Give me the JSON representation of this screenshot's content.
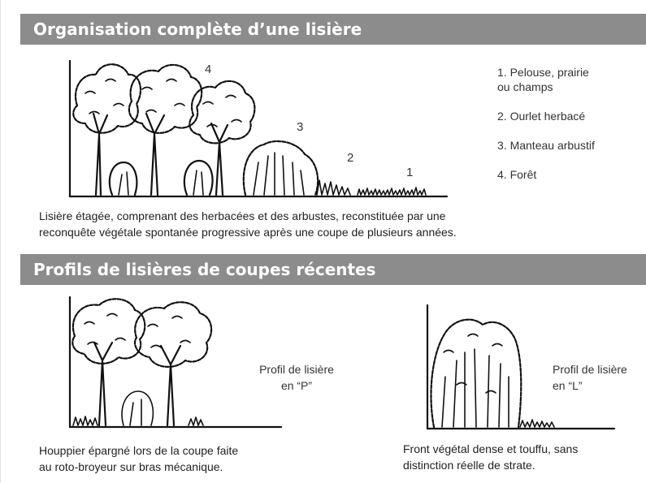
{
  "section1": {
    "title": "Organisation complète d’une lisière",
    "zone_numbers": [
      "4",
      "3",
      "2",
      "1"
    ],
    "legend": [
      "1. Pelouse, prairie\nou champs",
      "2. Ourlet herbacé",
      "3. Manteau arbustif",
      "4. Forêt"
    ],
    "caption": "Lisière étagée, comprenant des herbacées et des arbustes,  reconstituée par une\nreconquête végétale spontanée progressive après une coupe de plusieurs années."
  },
  "section2": {
    "title": "Profils de lisières de coupes récentes",
    "profile_p": {
      "label": "Profil de lisière\nen “P”",
      "caption": "Houppier épargné lors de la coupe faite\nau roto-broyeur sur bras mécanique."
    },
    "profile_l": {
      "label": "Profil de lisière\nen “L”",
      "caption": "Front végétal dense et touffu, sans\ndistinction réelle de strate."
    }
  }
}
